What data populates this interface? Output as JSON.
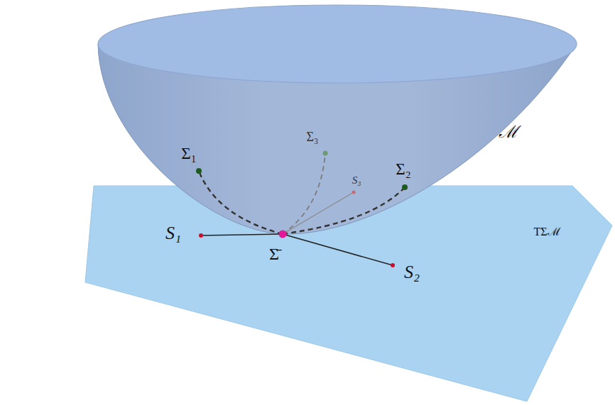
{
  "diagram": {
    "labels": [
      "Σ₁",
      "Σ₃",
      "S₃",
      "Σ₂",
      "ℳ",
      "S₁",
      "Σ̄",
      "S₂",
      "TΣℳ"
    ]
  }
}
